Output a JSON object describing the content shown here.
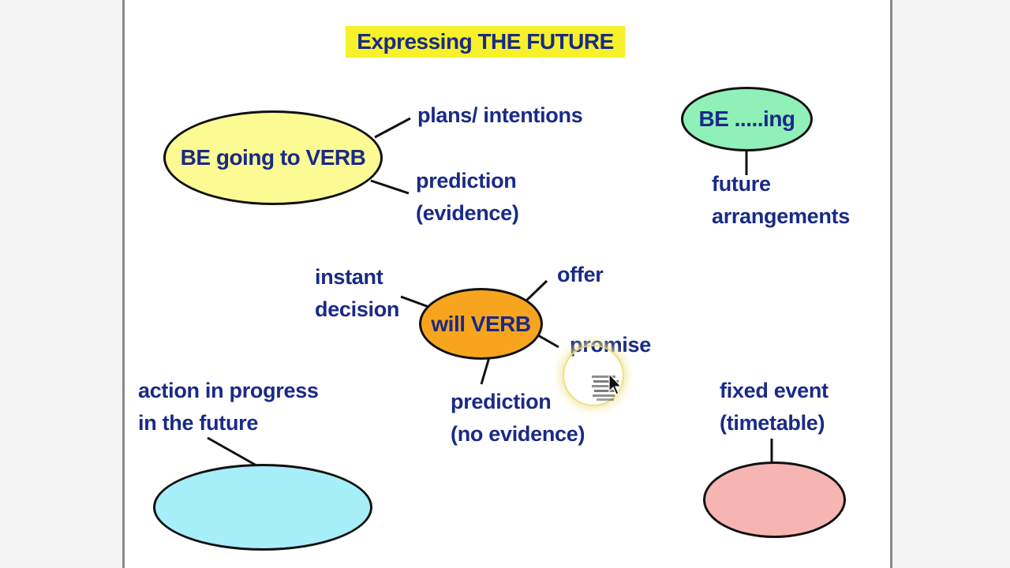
{
  "title": "Expressing THE FUTURE",
  "nodes": {
    "going_to": {
      "label": "BE going to VERB",
      "color": "#fbfa93"
    },
    "be_ing": {
      "label": "BE .....ing",
      "color": "#8ff0b8"
    },
    "will": {
      "label": "will VERB",
      "color": "#f7a51e"
    },
    "progress": {
      "label": "",
      "color": "#a6eef8"
    },
    "fixed": {
      "label": "",
      "color": "#f6b5b2"
    }
  },
  "labels": {
    "plans": "plans/ intentions",
    "prediction_evidence": [
      "prediction",
      "(evidence)"
    ],
    "future_arrangements": [
      "future",
      "arrangements"
    ],
    "instant_decision": [
      "instant",
      "decision"
    ],
    "offer": "offer",
    "promise": "promise",
    "prediction_no_evidence": [
      "prediction",
      "(no evidence)"
    ],
    "action_progress": [
      "action in progress",
      "in the future"
    ],
    "fixed_event": [
      "fixed event",
      "(timetable)"
    ]
  }
}
